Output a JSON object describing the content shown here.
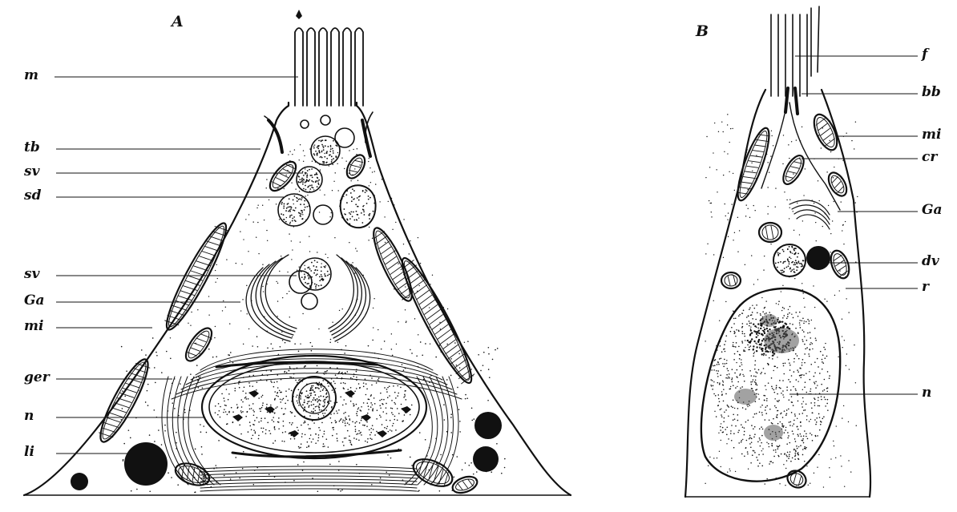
{
  "figure": {
    "panels": [
      {
        "id": "A",
        "title": "A",
        "labels": [
          "m",
          "tb",
          "sv",
          "sd",
          "sv",
          "Ga",
          "mi",
          "ger",
          "n",
          "li"
        ]
      },
      {
        "id": "B",
        "title": "B",
        "labels": [
          "f",
          "bb",
          "mi",
          "cr",
          "Ga",
          "dv",
          "r",
          "n"
        ]
      }
    ]
  }
}
